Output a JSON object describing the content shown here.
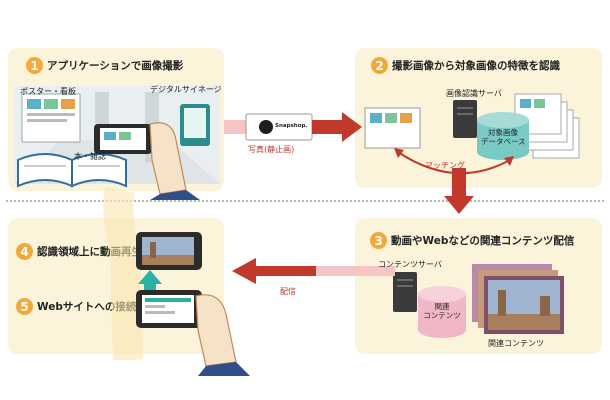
{
  "steps": [
    {
      "num": "1",
      "label": "アプリケーションで画像撮影"
    },
    {
      "num": "2",
      "label": "撮影画像から対象画像の特徴を認識"
    },
    {
      "num": "3",
      "label": "動画やWebなどの関連コンテンツ配信"
    },
    {
      "num": "4",
      "label": "認識領域上に動画再生"
    },
    {
      "num": "5",
      "label": "Webサイトへの接続も可能"
    }
  ],
  "labels": {
    "poster": "ポスター・看板",
    "signage": "デジタルサイネージ",
    "book": "本・雑誌",
    "photo": "写真(静止画)",
    "image_server": "画像認識サーバ",
    "target_db": "対象画像\nデータベース",
    "matching": "マッチング",
    "content_server": "コンテンツサーバ",
    "related_db": "関連\nコンテンツ",
    "related_content": "関連コンテンツ",
    "delivery": "配信",
    "snap_logo": "Snapshop."
  },
  "colors": {
    "panel": "#fbf3da",
    "accent": "#f2a93b",
    "arrow": "#c0392b",
    "db_teal": "#79c9c4",
    "db_pink": "#f0b8c6"
  }
}
